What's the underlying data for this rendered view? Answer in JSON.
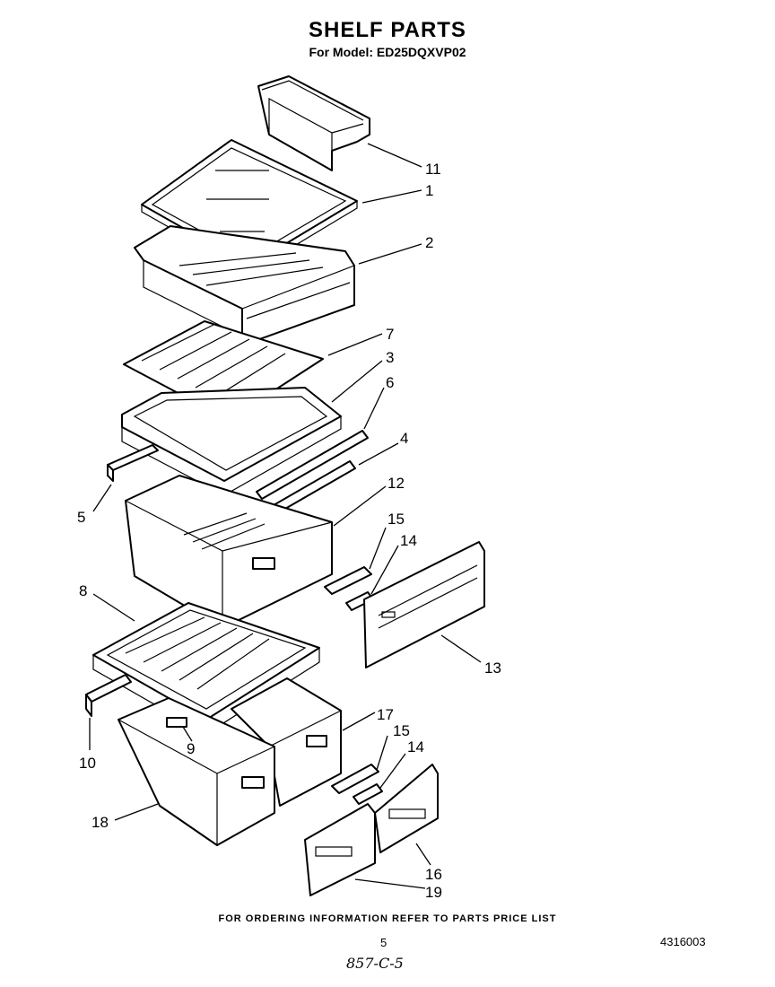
{
  "header": {
    "title": "SHELF PARTS",
    "subtitle": "For Model: ED25DQXVP02"
  },
  "callouts": {
    "c11": "11",
    "c1": "1",
    "c2": "2",
    "c7": "7",
    "c3": "3",
    "c6": "6",
    "c4": "4",
    "c12": "12",
    "c5": "5",
    "c15a": "15",
    "c14a": "14",
    "c8": "8",
    "c13": "13",
    "c17": "17",
    "c15b": "15",
    "c14b": "14",
    "c10": "10",
    "c9": "9",
    "c18": "18",
    "c16": "16",
    "c19": "19"
  },
  "footer": {
    "ordering_note": "FOR ORDERING INFORMATION REFER TO PARTS PRICE LIST",
    "page_number": "5",
    "document_number": "4316003",
    "handwritten_note": "857-C-5"
  }
}
